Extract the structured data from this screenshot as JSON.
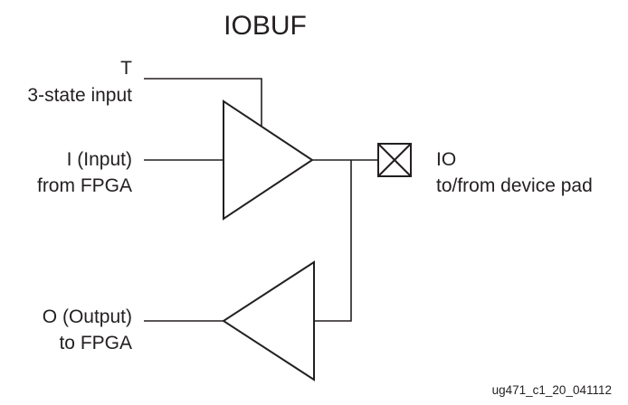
{
  "title": "IOBUF",
  "signals": {
    "t": {
      "name": "T",
      "description": "3-state input"
    },
    "i": {
      "name": "I (Input)",
      "description": "from FPGA"
    },
    "o": {
      "name": "O (Output)",
      "description": "to FPGA"
    },
    "io": {
      "name": "IO",
      "description": "to/from device pad"
    }
  },
  "figure_id": "ug471_c1_20_041112",
  "colors": {
    "line": "#231f20",
    "background": "#ffffff"
  }
}
